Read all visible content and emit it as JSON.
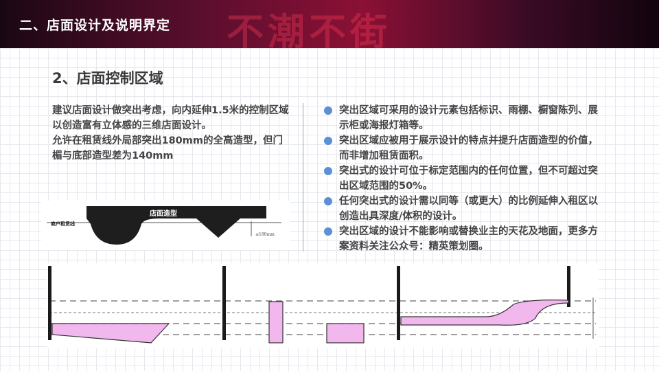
{
  "header": {
    "title": "二、店面设计及说明界定",
    "decor_text": "不潮不街"
  },
  "section": {
    "title": "2、店面控制区域"
  },
  "left_text": {
    "para1": "建议店面设计做突出考虑，向内延伸1.5米的控制区域以创造富有立体感的三维店面设计。",
    "para2": "允许在租赁线外局部突出180mm的全高造型，但门楣与底部造型差为140mm"
  },
  "bullets": [
    "突出区域可采用的设计元素包括标识、雨棚、橱窗陈列、展示柜或海报灯箱等。",
    "突出区域应被用于展示设计的特点并提升店面造型的价值，而非增加租赁面积。",
    "突出式的设计可位于标定范围内的任何位置，但不可超过突出区域范围的50%。",
    "任何突出式的设计需以同等（或更大）的比例延伸入租区以创造出具深度/体积的设计。",
    "突出区域的设计不能影响或替换业主的天花及地面，更多方案资料关注公众号：精英策划圈。"
  ],
  "diagram": {
    "lease_line_label": "商户租赁线",
    "facade_label": "店面造型",
    "dimension_label": "≤180mm"
  },
  "colors": {
    "header_bg": "#5a0e2e",
    "bullet": "#5b8fd6",
    "pink_fill": "#f2b8ee"
  }
}
